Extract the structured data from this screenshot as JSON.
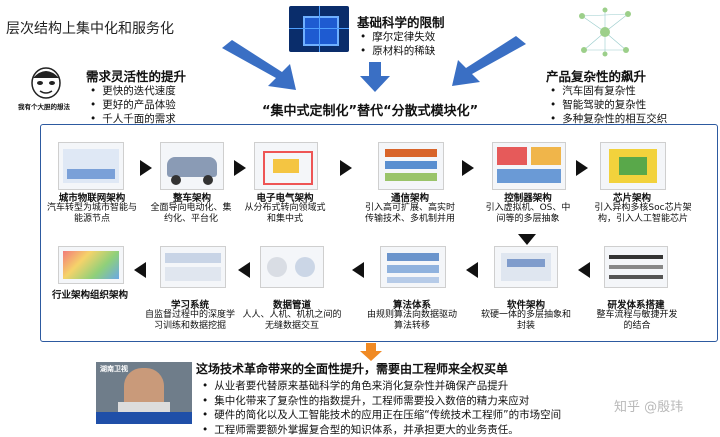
{
  "header": {
    "title": "层次结构上集中化和服务化"
  },
  "top_sections": {
    "basic_science": {
      "title": "基础科学的限制",
      "bullets": [
        "摩尔定律失效",
        "原材料的稀缺"
      ]
    },
    "demand": {
      "title": "需求灵活性的提升",
      "bullets": [
        "更快的迭代速度",
        "更好的产品体验",
        "千人千面的需求"
      ]
    },
    "complexity": {
      "title": "产品复杂性的飙升",
      "bullets": [
        "汽车固有复杂性",
        "智能驾驶的复杂性",
        "多种复杂性的相互交织"
      ]
    }
  },
  "meme_caption": "我有个大胆的想法",
  "center_statement": "“集中式定制化”替代“分散式模块化”",
  "flow_row1": [
    {
      "name": "城市物联网架构",
      "desc": "汽车转型为城市智能与能源节点"
    },
    {
      "name": "整车架构",
      "desc": "全面导向电动化、集约化、平台化"
    },
    {
      "name": "电子电气架构",
      "desc": "从分布式转向领域式和集中式"
    },
    {
      "name": "通信架构",
      "desc": "引入高可扩展、高实时传输技术、多机制并用"
    },
    {
      "name": "控制器架构",
      "desc": "引入虚拟机、OS、中间等的多层抽象"
    },
    {
      "name": "芯片架构",
      "desc": "引入异构多核Soc芯片架构，引入人工智能芯片"
    }
  ],
  "flow_row2": [
    {
      "name": "行业架构组织架构",
      "desc": ""
    },
    {
      "name": "学习系统",
      "desc": "自监督过程中的深度学习训练和数据挖掘"
    },
    {
      "name": "数据管道",
      "desc": "人人、人机、机机之间的无缝数据交互"
    },
    {
      "name": "算法体系",
      "desc": "由规则算法向数据驱动算法转移"
    },
    {
      "name": "软件架构",
      "desc": "软硬一体的多层抽象和封装"
    },
    {
      "name": "研发体系搭建",
      "desc": "整车流程与敏捷开发的结合"
    }
  ],
  "conclusion": {
    "title": "这场技术革命带来的全面性提升，需要由工程师来全权买单",
    "bullets": [
      "从业者要代替原来基础科学的角色来消化复杂性并确保产品提升",
      "集中化带来了复杂性的指数提升，工程师需要投入数倍的精力来应对",
      "硬件的简化以及人工智能技术的应用正在压缩“传统技术工程师”的市场空间",
      "工程师需要额外掌握复合型的知识体系，并承担更大的业务责任。"
    ]
  },
  "video_caption": "湖南卫视",
  "watermark": "知乎 @殷玮",
  "colors": {
    "arrow_blue": "#3a6fc4",
    "box_border": "#2d5aa0",
    "orange_arrow": "#f08a24"
  }
}
